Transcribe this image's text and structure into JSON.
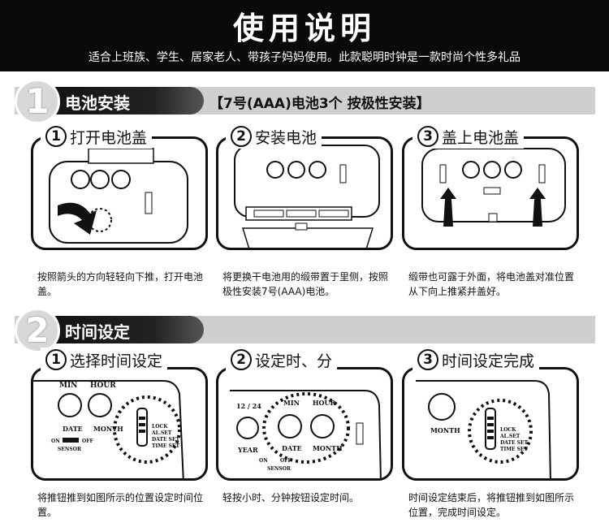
{
  "header": {
    "title": "使用说明",
    "subtitle": "适合上班族、学生、居家老人、带孩子妈妈使用。此款聪明时钟是一款时尚个性多礼品"
  },
  "section1": {
    "number": "1",
    "label": "电池安装",
    "note": "【7号(AAA)电池3个 按极性安装】",
    "steps": [
      {
        "num": "1",
        "title": "打开电池盖",
        "caption": "按照箭头的方向轻轻向下推，打开电池盖。"
      },
      {
        "num": "2",
        "title": "安装电池",
        "caption": "将更换干电池用的缎带置于里侧，按照极性安装7号(AAA)电池。"
      },
      {
        "num": "3",
        "title": "盖上电池盖",
        "caption": "缎带也可露于外面，将电池盖对准位置从下向上推紧并盖好。"
      }
    ]
  },
  "section2": {
    "number": "2",
    "label": "时间设定",
    "steps": [
      {
        "num": "1",
        "title": "选择时间设定",
        "caption": "将推钮推到如图所示的位置设定时间位置。"
      },
      {
        "num": "2",
        "title": "设定时、分",
        "caption": "轻按小时、分钟按钮设定时间。"
      },
      {
        "num": "3",
        "title": "时间设定完成",
        "caption": "时间设定结束后，将推钮推到如图所示位置，完成时间设定。"
      }
    ]
  },
  "labels": {
    "min": "MIN",
    "hour": "HOUR",
    "date": "DATE",
    "month": "MONTH",
    "year": "YEAR",
    "mode": "12 / 24",
    "on": "ON",
    "off": "OFF",
    "sensor": "SENSOR",
    "lock": "LOCK",
    "alset": "AL.SET",
    "dateset": "DATE SET",
    "timeset": "TIME SET"
  }
}
